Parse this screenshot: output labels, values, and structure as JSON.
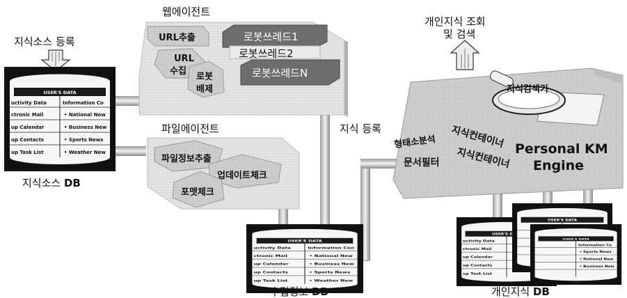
{
  "labels": {
    "knowledge_source_register": "지식소스 등록",
    "web_agent": "웹에이전트",
    "file_agent": "파일에이전트",
    "personal_query": "개인지식 조회",
    "personal_query_2": "및 검색",
    "knowledge_register": "지식 등록"
  },
  "web_agent_blocks": {
    "url_extract": "URL추출",
    "url_collect_1": "URL",
    "url_collect_2": "수집",
    "robot_exclude_1": "로봇",
    "robot_exclude_2": "배제",
    "thread1": "로봇쓰레드1",
    "thread2": "로봇쓰레드2",
    "threadN": "로봇쓰레드N"
  },
  "file_agent_blocks": {
    "file_info_extract": "파일정보추출",
    "update_check": "업데이트체크",
    "format_check": "포맷체크"
  },
  "engine": {
    "morph_analysis": "형태소분석",
    "doc_filter": "문서필터",
    "container1": "지식컨테이너",
    "container2": "지식컨테이너",
    "searcher": "지식검색기",
    "title_1": "Personal KM",
    "title_2": "Engine"
  },
  "db_panel": {
    "header": "USER'S DATA",
    "left_col_title": "uctivity Data",
    "right_col_title": "Information Co",
    "right_col_title_short": "Information Con",
    "left_items": [
      "ctronic Mail",
      "up Calendar",
      "up Contacts",
      "up Task List"
    ],
    "right_items": [
      "• National New",
      "• Business New",
      "• Sports News",
      "• Weather New"
    ]
  },
  "db_labels": {
    "source_db_1": "지식소스 ",
    "source_db_2": "DB",
    "collect_db_1": "수집정보 ",
    "collect_db_2": "DB",
    "personal_db_1": "개인지식 ",
    "personal_db_2": "DB"
  },
  "colors": {
    "panel": "#cfcfcf",
    "panel_dark": "#9a9a9a",
    "block_dark": "#6e6e6e",
    "db_body": "#1a1a1a",
    "pipe": "#d6d6d6"
  }
}
